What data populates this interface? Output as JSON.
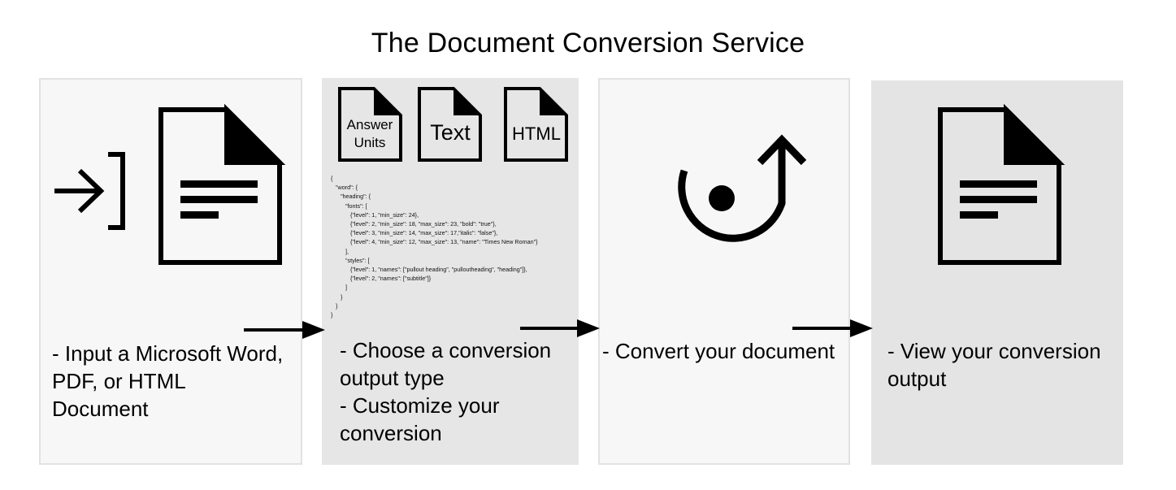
{
  "title": "The Document Conversion Service",
  "steps": [
    {
      "caption": "- Input a Microsoft Word,\nPDF, or HTML\nDocument",
      "icons": [
        "input-arrow-icon",
        "document-icon"
      ]
    },
    {
      "caption": "- Choose a conversion\noutput type\n- Customize your\nconversion",
      "icons": [
        "answer-units-document-icon",
        "text-document-icon",
        "html-document-icon"
      ]
    },
    {
      "caption": "- Convert your document",
      "icons": [
        "convert-icon"
      ]
    },
    {
      "caption": "- View your conversion\noutput",
      "icons": [
        "document-icon"
      ]
    }
  ],
  "output_types": {
    "answer_units": "Answer\nUnits",
    "text": "Text",
    "html": "HTML"
  },
  "config_sample": "{\n   \"word\": {\n      \"heading\": {\n         \"fonts\": [\n            {\"level\": 1, \"min_size\": 24},\n            {\"level\": 2, \"min_size\": 18, \"max_size\": 23, \"bold\": \"true\"},\n            {\"level\": 3, \"min_size\": 14, \"max_size\": 17,\"italic\": \"false\"},\n            {\"level\": 4, \"min_size\": 12, \"max_size\": 13, \"name\": \"Times New Roman\"}\n         ],\n         \"styles\": [\n            {\"level\": 1, \"names\": [\"pullout heading\", \"pulloutheading\", \"heading\"]},\n            {\"level\": 2, \"names\": [\"subtitle\"]}\n         ]\n      }\n   }\n}",
  "colors": {
    "panel_light": "#f7f7f7",
    "panel_dark": "#e6e6e6",
    "stroke": "#000000"
  }
}
